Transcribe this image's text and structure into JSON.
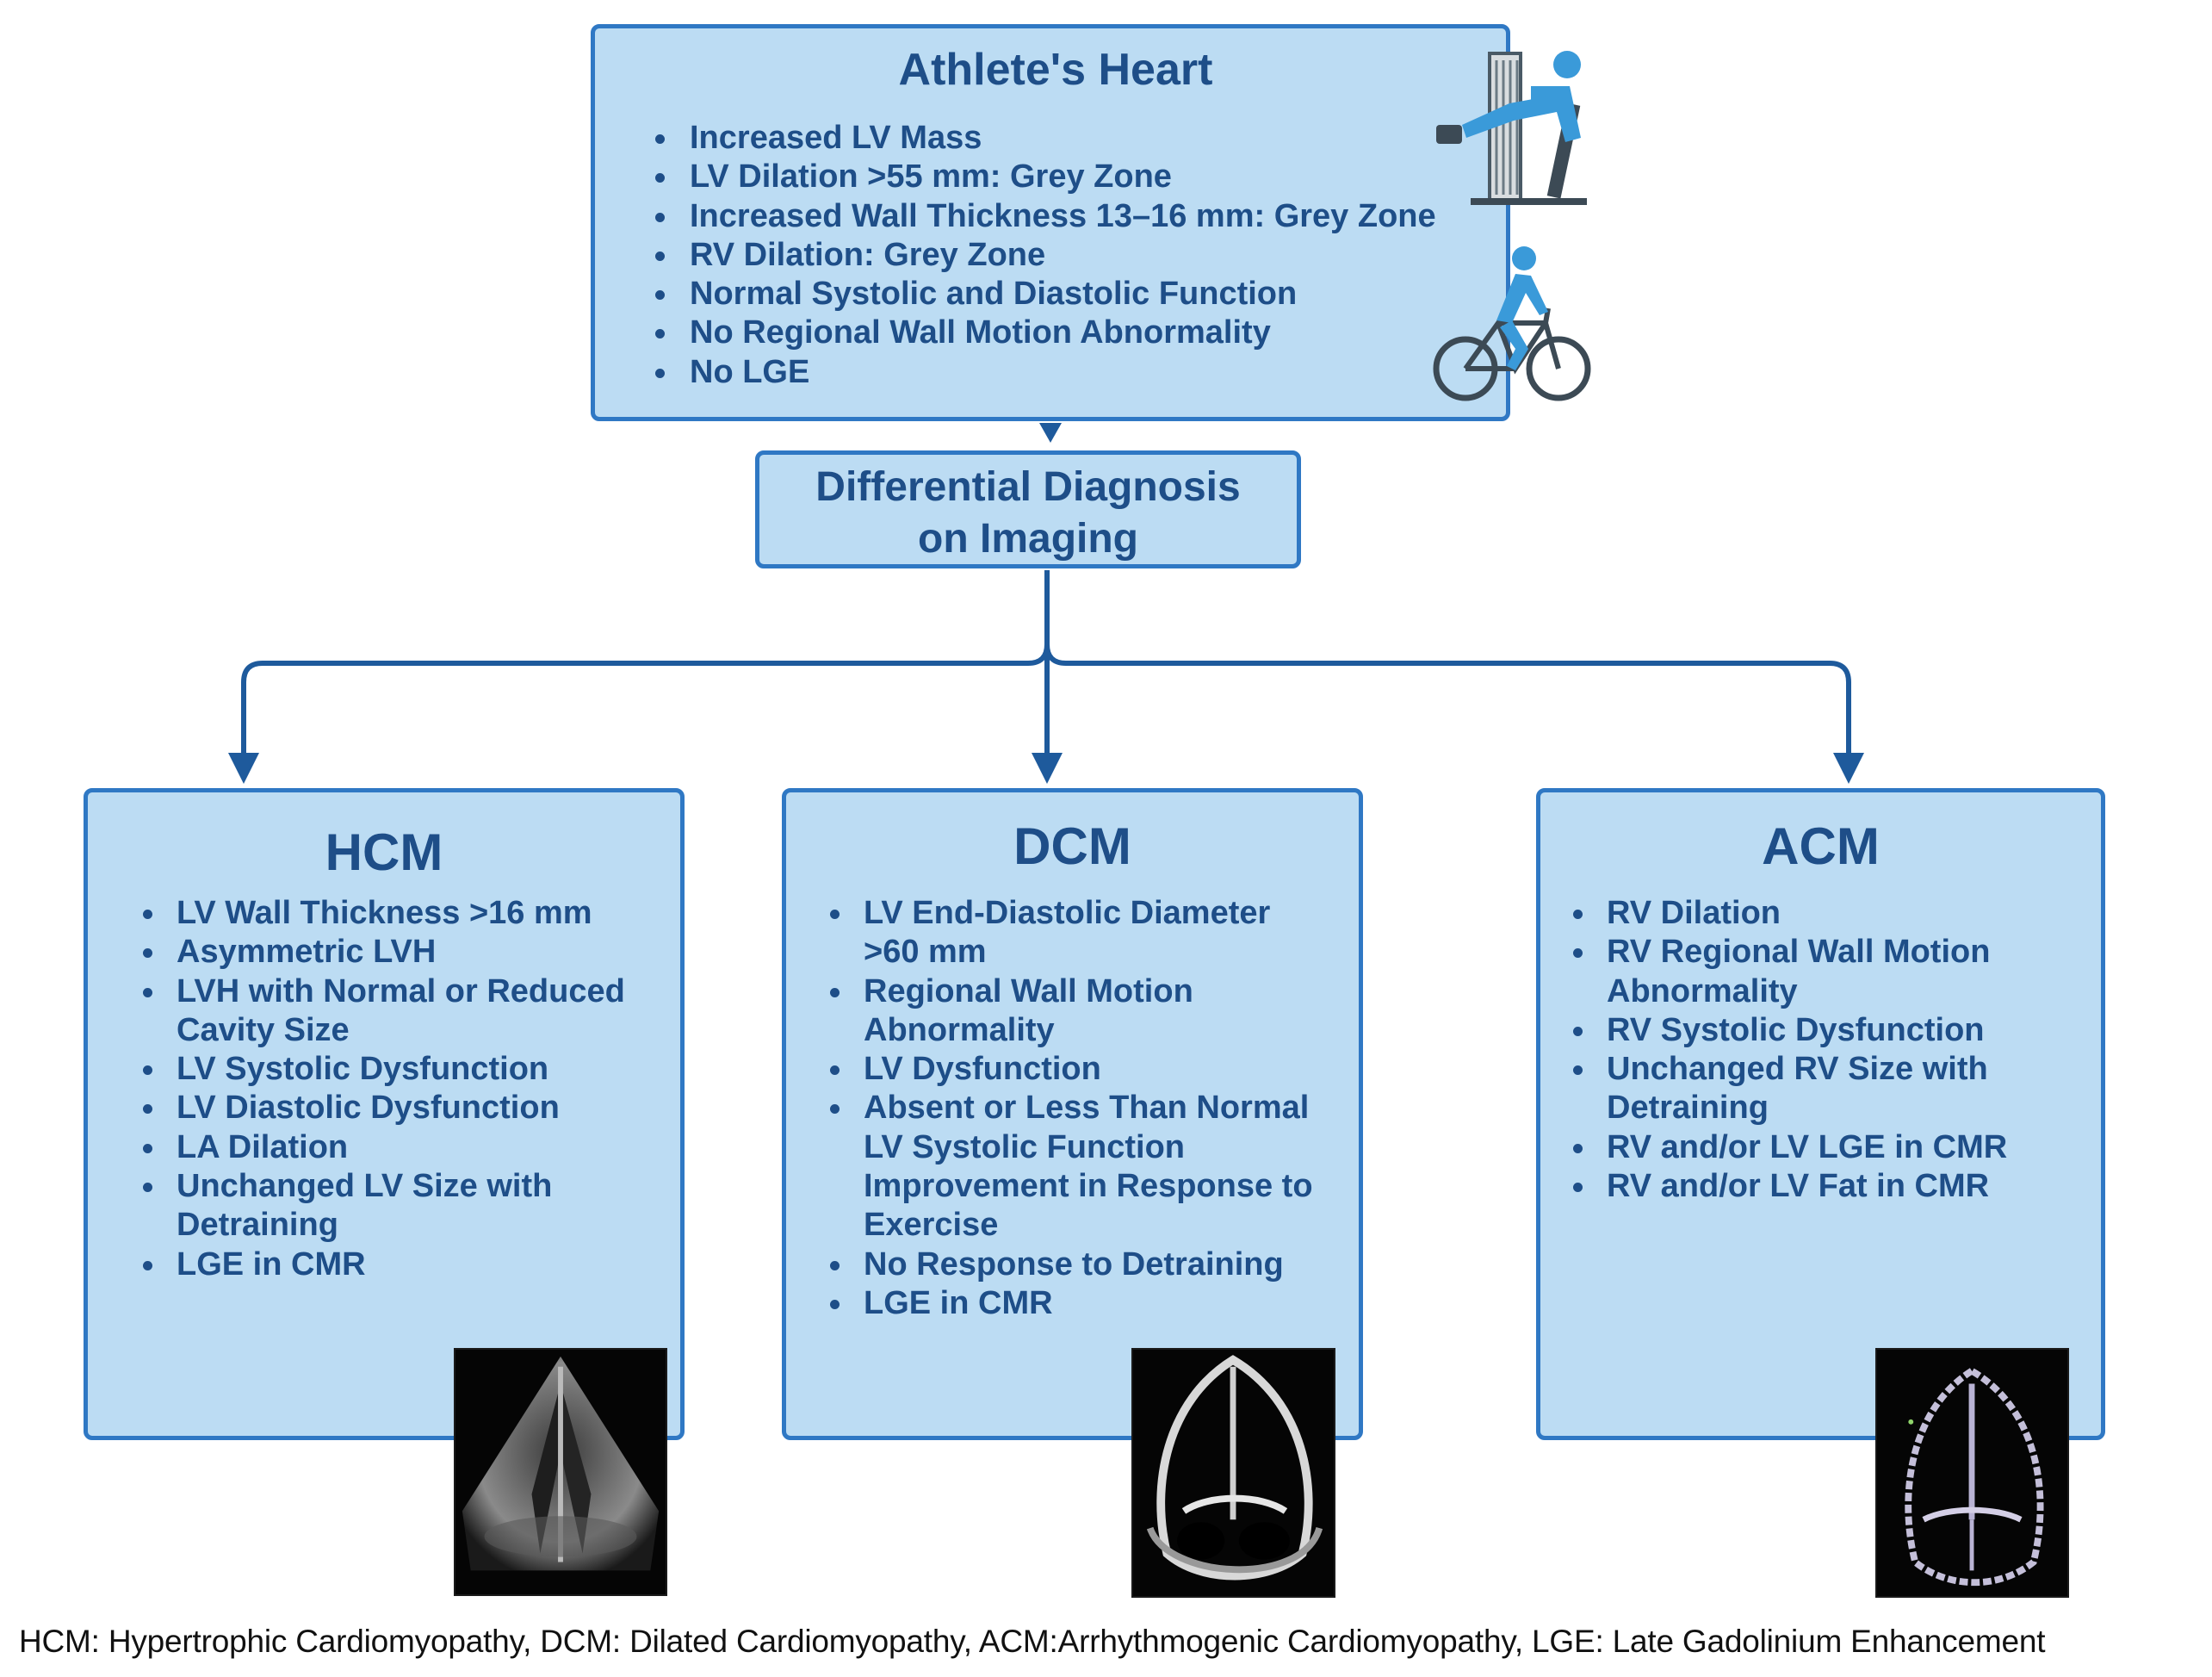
{
  "athlete": {
    "title": "Athlete's Heart",
    "items": [
      "Increased LV Mass",
      "LV Dilation >55 mm: Grey Zone",
      "Increased Wall Thickness 13–16 mm: Grey Zone",
      "RV Dilation: Grey Zone",
      "Normal Systolic and Diastolic Function",
      "No Regional Wall Motion Abnormality",
      "No LGE"
    ]
  },
  "differential": {
    "line1": "Differential Diagnosis",
    "line2": "on Imaging"
  },
  "hcm": {
    "title": "HCM",
    "items": [
      "LV Wall Thickness >16 mm",
      "Asymmetric LVH",
      "LVH with Normal or Reduced",
      "Cavity Size",
      "LV Systolic Dysfunction",
      "LV Diastolic Dysfunction",
      "LA Dilation",
      "Unchanged LV Size with",
      "Detraining",
      "LGE in CMR"
    ]
  },
  "dcm": {
    "title": "DCM",
    "items": [
      "LV End-Diastolic Diameter",
      ">60 mm",
      "Regional Wall Motion",
      "Abnormality",
      "LV Dysfunction",
      "Absent or Less Than Normal",
      "LV Systolic Function",
      "Improvement in Response to",
      "Exercise",
      "No Response to Detraining",
      "LGE in CMR"
    ]
  },
  "acm": {
    "title": "ACM",
    "items": [
      "RV Dilation",
      "RV Regional Wall Motion",
      "Abnormality",
      "RV Systolic Dysfunction",
      "Unchanged RV Size with",
      "Detraining",
      "RV and/or LV LGE in CMR",
      "RV and/or LV Fat in CMR"
    ]
  },
  "footnote": "HCM: Hypertrophic Cardiomyopathy, DCM: Dilated Cardiomyopathy, ACM:Arrhythmogenic Cardiomyopathy, LGE: Late Gadolinium Enhancement",
  "colors": {
    "box_fill": "#bcdcf3",
    "box_border": "#2f78c4",
    "text": "#1e4e88",
    "arrow": "#1e5a9c",
    "icon": "#3a9ad9"
  },
  "icons": [
    "leg-press-machine-icon",
    "cyclist-icon",
    "echocardiogram-image"
  ]
}
